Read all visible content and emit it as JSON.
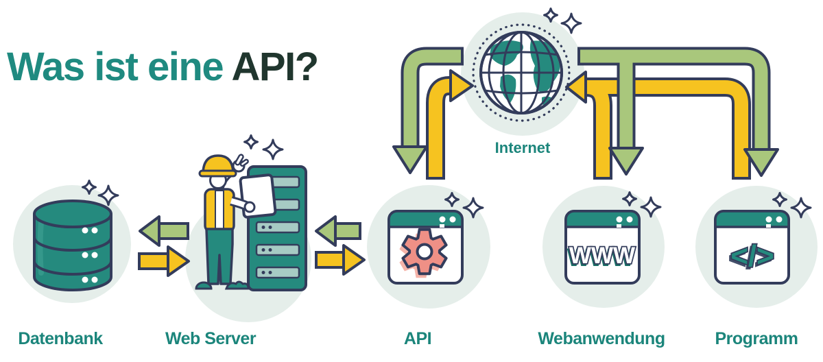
{
  "title": {
    "part1": "Was ist eine ",
    "part2": "API?"
  },
  "labels": {
    "internet": "Internet",
    "datenbank": "Datenbank",
    "web_server": "Web Server",
    "api": "API",
    "webanwendung": "Webanwendung",
    "programm": "Programm"
  },
  "windows": {
    "api_icon": "gear",
    "webanwendung_text": "WWW",
    "programm_text": "</>"
  },
  "icons": {
    "internet": "globe-icon",
    "datenbank": "database-icon",
    "web_server": "worker-with-server-rack-icon",
    "api": "browser-window-gear-icon",
    "webanwendung": "browser-window-www-icon",
    "programm": "browser-window-code-icon",
    "decoration": "sparkle-icon"
  },
  "connections": [
    {
      "from": "web_server",
      "to": "datenbank",
      "color": "green"
    },
    {
      "from": "datenbank",
      "to": "web_server",
      "color": "yellow"
    },
    {
      "from": "api",
      "to": "web_server",
      "color": "green"
    },
    {
      "from": "web_server",
      "to": "api",
      "color": "yellow"
    },
    {
      "from": "internet",
      "to": "api",
      "color": "green"
    },
    {
      "from": "api",
      "to": "internet",
      "color": "yellow"
    },
    {
      "from": "internet",
      "to": "webanwendung",
      "color": "green"
    },
    {
      "from": "webanwendung",
      "to": "internet",
      "color": "yellow"
    },
    {
      "from": "internet",
      "to": "programm",
      "color": "green"
    },
    {
      "from": "programm",
      "to": "internet",
      "color": "yellow"
    }
  ],
  "colors": {
    "teal_text": "#1B857B",
    "title_teal": "#1F8A80",
    "title_dark": "#20362E",
    "outline_navy": "#333C5B",
    "arrow_green": "#A9C77C",
    "arrow_yellow": "#F6C320",
    "icon_teal": "#258A7E",
    "circle_mint": "#E5EEEA",
    "gear_salmon": "#EF9086",
    "gear_shadow": "#F5B3A9",
    "background": "#FFFFFF"
  }
}
